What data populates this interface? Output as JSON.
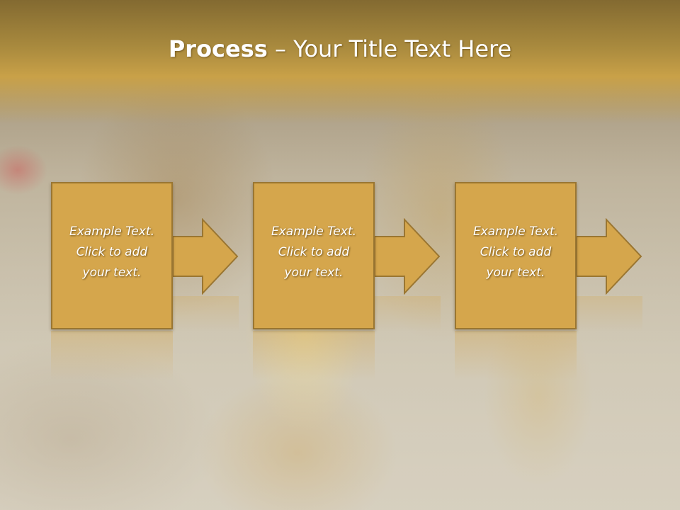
{
  "title": {
    "strong": "Process",
    "rest": " – Your Title Text Here"
  },
  "steps": [
    {
      "text": "Example Text.\nClick  to add\nyour text."
    },
    {
      "text": "Example Text.\nClick  to add\nyour text."
    },
    {
      "text": "Example Text.\nClick  to add\nyour text."
    }
  ],
  "colors": {
    "box_fill": "#d5a64c",
    "box_border": "#9a7632",
    "title_band": "#c9a148"
  }
}
